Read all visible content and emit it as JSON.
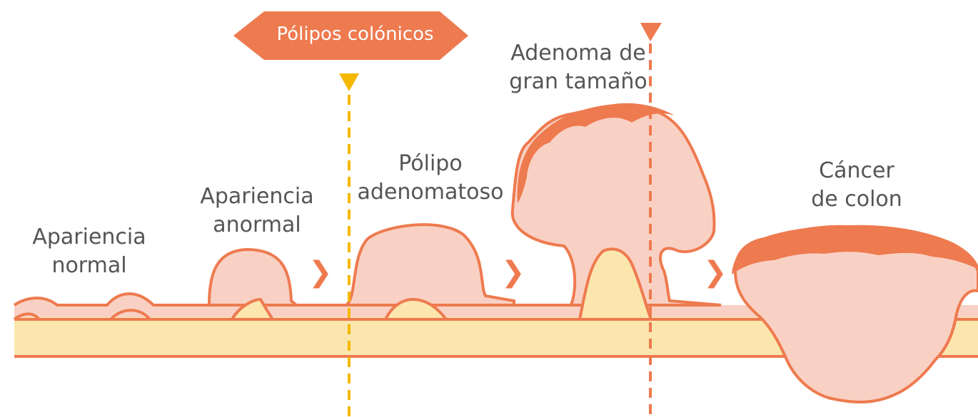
{
  "banner": {
    "text": "Pólipos colónicos"
  },
  "stages": [
    {
      "line1": "Apariencia",
      "line2": "normal"
    },
    {
      "line1": "Apariencia",
      "line2": "anormal"
    },
    {
      "line1": "Pólipo",
      "line2": "adenomatoso"
    },
    {
      "line1": "Adenoma de",
      "line2": "gran tamaño"
    },
    {
      "line1": "Cáncer",
      "line2": "de colon"
    }
  ],
  "colors": {
    "tissue_outline": "#ee7a4f",
    "polyp_fill": "#f9d1c4",
    "submucosa_fill": "#fbe6ae",
    "cap": "#ee7a4f",
    "banner_fill": "#ee7a4f",
    "marker_yellow": "#f5b800",
    "marker_orange": "#ee7a4f",
    "label_text": "#555555"
  }
}
